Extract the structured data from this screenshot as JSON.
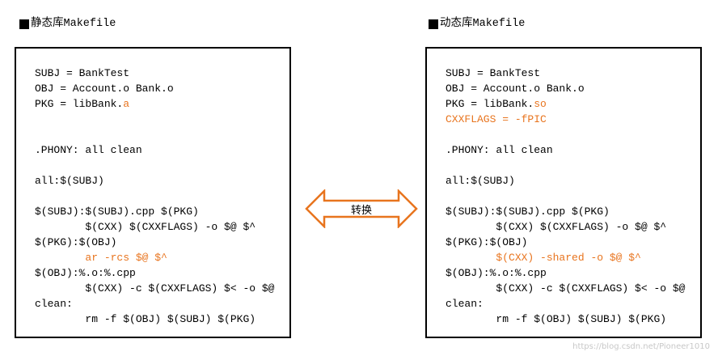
{
  "left": {
    "title": "静态库Makefile",
    "lines": [
      [
        {
          "t": "SUBJ = BankTest"
        }
      ],
      [
        {
          "t": "OBJ = Account.o Bank.o"
        }
      ],
      [
        {
          "t": "PKG = libBank."
        },
        {
          "t": "a",
          "hl": true
        }
      ],
      [],
      [],
      [
        {
          "t": ".PHONY: all clean"
        }
      ],
      [],
      [
        {
          "t": "all:$(SUBJ)"
        }
      ],
      [],
      [
        {
          "t": "$(SUBJ):$(SUBJ).cpp $(PKG)"
        }
      ],
      [
        {
          "t": "        $(CXX) $(CXXFLAGS) -o $@ $^"
        }
      ],
      [
        {
          "t": "$(PKG):$(OBJ)"
        }
      ],
      [
        {
          "t": "        "
        },
        {
          "t": "ar -rcs $@ $^",
          "hl": true
        }
      ],
      [
        {
          "t": "$(OBJ):%.o:%.cpp"
        }
      ],
      [
        {
          "t": "        $(CXX) -c $(CXXFLAGS) $< -o $@"
        }
      ],
      [
        {
          "t": "clean:"
        }
      ],
      [
        {
          "t": "        rm -f $(OBJ) $(SUBJ) $(PKG)"
        }
      ]
    ]
  },
  "right": {
    "title": "动态库Makefile",
    "lines": [
      [
        {
          "t": "SUBJ = BankTest"
        }
      ],
      [
        {
          "t": "OBJ = Account.o Bank.o"
        }
      ],
      [
        {
          "t": "PKG = libBank."
        },
        {
          "t": "so",
          "hl": true
        }
      ],
      [
        {
          "t": "CXXFLAGS = -fPIC",
          "hl": true
        }
      ],
      [],
      [
        {
          "t": ".PHONY: all clean"
        }
      ],
      [],
      [
        {
          "t": "all:$(SUBJ)"
        }
      ],
      [],
      [
        {
          "t": "$(SUBJ):$(SUBJ).cpp $(PKG)"
        }
      ],
      [
        {
          "t": "        $(CXX) $(CXXFLAGS) -o $@ $^"
        }
      ],
      [
        {
          "t": "$(PKG):$(OBJ)"
        }
      ],
      [
        {
          "t": "        "
        },
        {
          "t": "$(CXX) -shared -o $@ $^",
          "hl": true
        }
      ],
      [
        {
          "t": "$(OBJ):%.o:%.cpp"
        }
      ],
      [
        {
          "t": "        $(CXX) -c $(CXXFLAGS) $< -o $@"
        }
      ],
      [
        {
          "t": "clean:"
        }
      ],
      [
        {
          "t": "        rm -f $(OBJ) $(SUBJ) $(PKG)"
        }
      ]
    ]
  },
  "arrow": {
    "label": "转换",
    "stroke_color": "#e8741e",
    "fill_color": "#ffffff"
  },
  "watermark": "https://blog.csdn.net/Pioneer1010",
  "colors": {
    "highlight": "#e8741e",
    "text": "#000000",
    "border": "#000000"
  }
}
